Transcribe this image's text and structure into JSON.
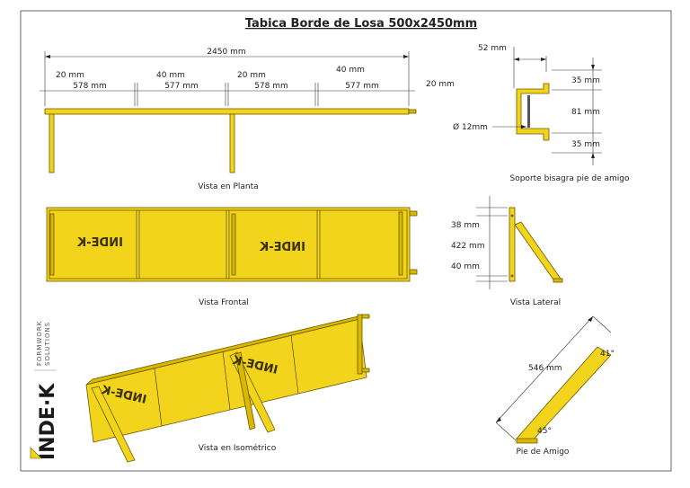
{
  "title": "Tabica Borde de Losa 500x2450mm",
  "captions": {
    "planta": "Vista en Planta",
    "frontal": "Vista Frontal",
    "isometrico": "Vista en Isométrico",
    "soporte": "Soporte bisagra pie de amigo",
    "lateral": "Vista Lateral",
    "pie": "Pie de Amigo"
  },
  "plan_dims": {
    "total": "2450 mm",
    "top_row": [
      "20 mm",
      "40 mm",
      "20 mm",
      "40 mm",
      "20 mm"
    ],
    "bottom_row": [
      "578 mm",
      "577 mm",
      "578 mm",
      "577 mm"
    ]
  },
  "soporte_dims": {
    "width": "52 mm",
    "top": "35 mm",
    "mid": "81 mm",
    "bottom": "35 mm",
    "diameter": "Ø 12mm"
  },
  "lateral_dims": {
    "top": "38 mm",
    "mid": "422 mm",
    "bottom": "40 mm"
  },
  "pie_dims": {
    "length": "546 mm",
    "angle_top": "41°",
    "angle_bottom": "45°"
  },
  "logo": {
    "brand": "INDE·K",
    "sub1": "FORMWORK",
    "sub2": "SOLUTIONS",
    "stamp": "INDE-K"
  },
  "colors": {
    "yellow": "#f2d41d",
    "outline": "#6b5a00"
  }
}
